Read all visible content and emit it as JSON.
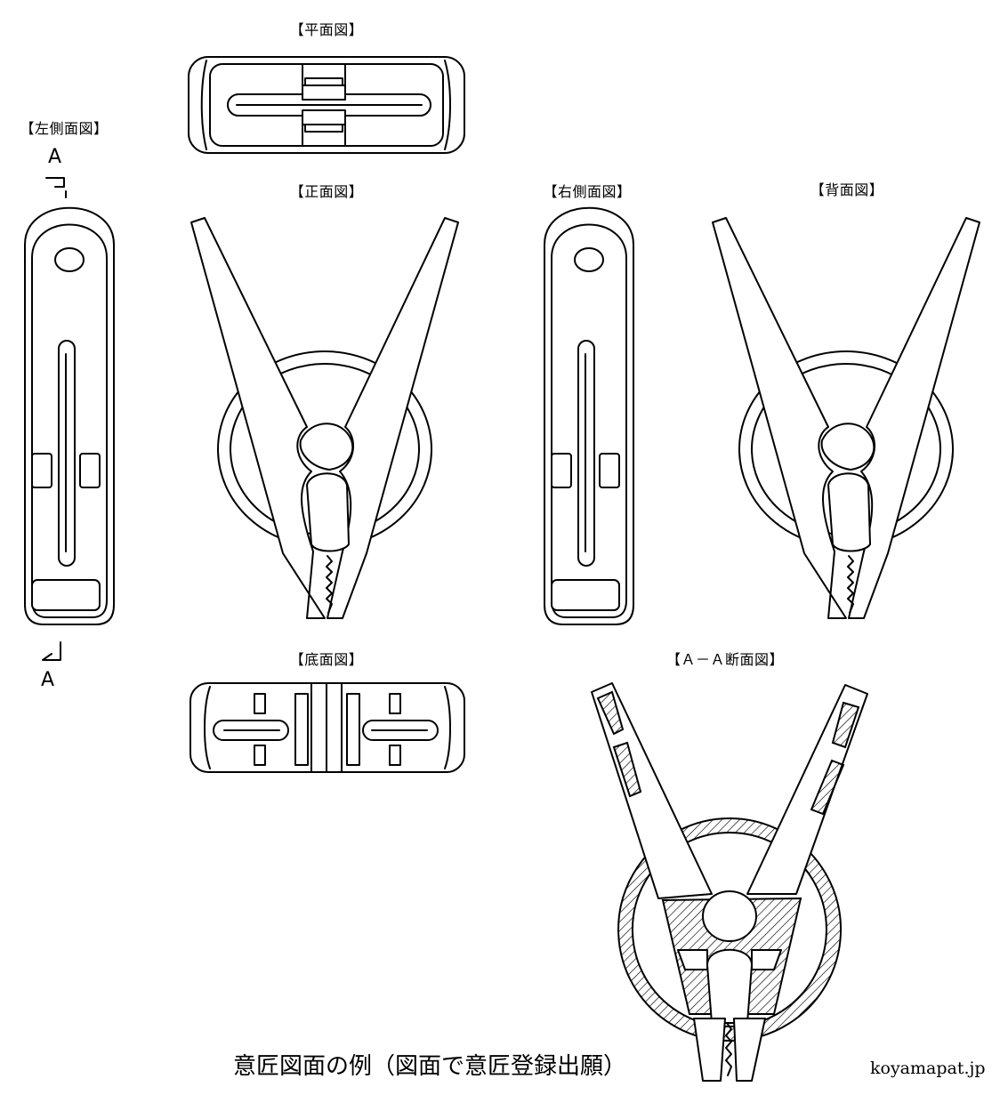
{
  "labels": {
    "top_view": "【平面図】",
    "left_view": "【左側面図】",
    "front_view": "【正面図】",
    "right_view": "【右側面図】",
    "back_view": "【背面図】",
    "bottom_view": "【底面図】",
    "section_view": "【Ａ－Ａ断面図】"
  },
  "section_marker_top": "A",
  "section_marker_bottom": "A",
  "caption": "意匠図面の例（図面で意匠登録出願）",
  "site": "koyamapat.jp"
}
